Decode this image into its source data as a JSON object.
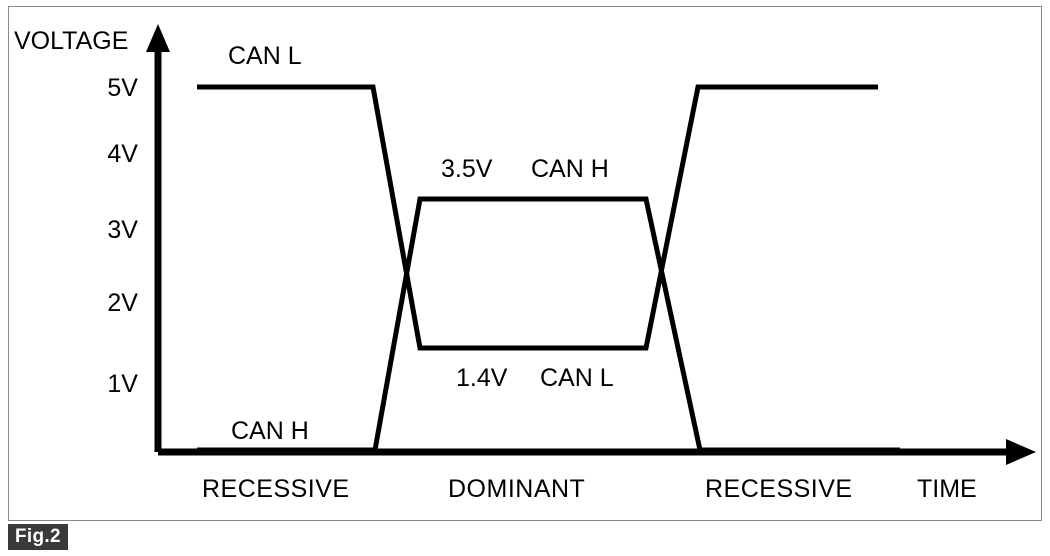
{
  "figure": {
    "badge": "Fig.2",
    "axis_y_title": "VOLTAGE",
    "axis_x_title": "TIME"
  },
  "y_ticks": [
    {
      "label": "5V",
      "value": 5
    },
    {
      "label": "4V",
      "value": 4
    },
    {
      "label": "3V",
      "value": 3
    },
    {
      "label": "2V",
      "value": 2
    },
    {
      "label": "1V",
      "value": 1
    }
  ],
  "signal_labels": {
    "can_l_recessive_top": "CAN L",
    "can_h_recessive_bottom": "CAN H",
    "can_h_dominant_value": "3.5V",
    "can_h_dominant_name": "CAN H",
    "can_l_dominant_value": "1.4V",
    "can_l_dominant_name": "CAN L"
  },
  "state_labels": [
    {
      "label": "RECESSIVE"
    },
    {
      "label": "DOMINANT"
    },
    {
      "label": "RECESSIVE"
    }
  ],
  "colors": {
    "line": "#000000",
    "frame": "#8a8a8a",
    "badge_bg": "#3a3a3a",
    "badge_text": "#ffffff",
    "background": "#ffffff"
  },
  "chart_data": {
    "type": "line",
    "title": "CAN bus differential signalling levels",
    "xlabel": "TIME",
    "ylabel": "VOLTAGE",
    "ylim": [
      0,
      5.5
    ],
    "grid": false,
    "legend": "inline-annotations",
    "y_tick_values": [
      1,
      2,
      3,
      4,
      5
    ],
    "y_tick_labels": [
      "1V",
      "2V",
      "3V",
      "4V",
      "5V"
    ],
    "phases": [
      {
        "name": "RECESSIVE",
        "can_h": 0,
        "can_l": 5
      },
      {
        "name": "DOMINANT",
        "can_h": 3.5,
        "can_l": 1.4
      },
      {
        "name": "RECESSIVE",
        "can_h": 0,
        "can_l": 5
      }
    ],
    "series": [
      {
        "name": "CAN L",
        "points": [
          {
            "x": 0.0,
            "y": 5.0
          },
          {
            "x": 0.22,
            "y": 5.0
          },
          {
            "x": 0.31,
            "y": 1.4
          },
          {
            "x": 0.58,
            "y": 1.4
          },
          {
            "x": 0.65,
            "y": 5.0
          },
          {
            "x": 0.87,
            "y": 5.0
          }
        ]
      },
      {
        "name": "CAN H",
        "points": [
          {
            "x": 0.0,
            "y": 0.0
          },
          {
            "x": 0.26,
            "y": 0.0
          },
          {
            "x": 0.32,
            "y": 3.5
          },
          {
            "x": 0.58,
            "y": 3.5
          },
          {
            "x": 0.66,
            "y": 0.0
          },
          {
            "x": 1.0,
            "y": 0.0
          }
        ]
      }
    ],
    "annotations": [
      {
        "text": "CAN L",
        "refers_to": "CAN L",
        "phase": "RECESSIVE"
      },
      {
        "text": "CAN H",
        "refers_to": "CAN H",
        "phase": "RECESSIVE"
      },
      {
        "text": "3.5V",
        "refers_to": "CAN H",
        "phase": "DOMINANT"
      },
      {
        "text": "CAN H",
        "refers_to": "CAN H",
        "phase": "DOMINANT"
      },
      {
        "text": "1.4V",
        "refers_to": "CAN L",
        "phase": "DOMINANT"
      },
      {
        "text": "CAN L",
        "refers_to": "CAN L",
        "phase": "DOMINANT"
      }
    ]
  }
}
